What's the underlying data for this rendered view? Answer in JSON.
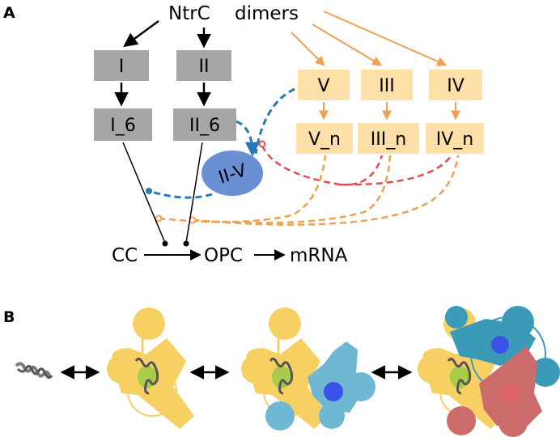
{
  "panels": {
    "a": "A",
    "b": "B"
  },
  "top_label": {
    "left": "NtrC",
    "right": "dimers"
  },
  "boxes": {
    "I": "I",
    "II": "II",
    "I6": "I_6",
    "II6": "II_6",
    "V": "V",
    "III": "III",
    "IV": "IV",
    "Vn": "V_n",
    "IIIn": "III_n",
    "IVn": "IV_n"
  },
  "ellipse": {
    "label": "II-V"
  },
  "pathway": {
    "cc": "CC",
    "opc": "OPC",
    "mrna": "mRNA"
  },
  "colors": {
    "grey_box": "#a6a6a6",
    "orange_box": "#fddfa7",
    "orange_line": "#f0a050",
    "blue_line": "#2878b8",
    "blue_ellipse": "#6b8fd4",
    "red_line": "#e24d55",
    "yellow_protein": "#f7d064",
    "cyan_protein": "#6fb8d4",
    "teal_protein": "#3b9ab8",
    "rose_protein": "#cc6b6b",
    "dna_green": "#a8cc4a"
  }
}
